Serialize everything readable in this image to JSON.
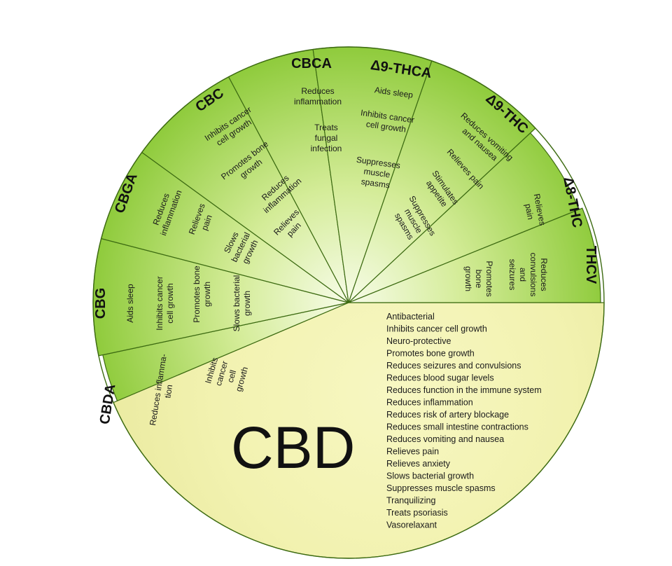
{
  "segments": [
    {
      "key": "cbd",
      "name": "CBD",
      "effects": [
        "Antibacterial",
        "Inhibits cancer cell growth",
        "Neuro-protective",
        "Promotes bone growth",
        "Reduces seizures and convulsions",
        "Reduces blood sugar levels",
        "Reduces function in the immune system",
        "Reduces inflammation",
        "Reduces risk of artery blockage",
        "Reduces small intestine contractions",
        "Reduces vomiting and nausea",
        "Relieves pain",
        "Relieves anxiety",
        "Slows bacterial growth",
        "Suppresses muscle spasms",
        "Tranquilizing",
        "Treats psoriasis",
        "Vasorelaxant"
      ]
    },
    {
      "key": "cbda",
      "name": "CBDA",
      "effects": [
        "Reduces inflamma- tion",
        "Inhibits cancer cell growth"
      ]
    },
    {
      "key": "cbg",
      "name": "CBG",
      "effects": [
        "Aids sleep",
        "Inhibits cancer cell growth",
        "Promotes bone growth",
        "Slows bacterial growth"
      ]
    },
    {
      "key": "cbga",
      "name": "CBGA",
      "effects": [
        "Reduces inflammation",
        "Relieves pain",
        "Slows bacterial growth"
      ]
    },
    {
      "key": "cbc",
      "name": "CBC",
      "effects": [
        "Inhibits cancer cell growth",
        "Promotes bone growth",
        "Reduces inflammation",
        "Relieves pain"
      ]
    },
    {
      "key": "cbca",
      "name": "CBCA",
      "effects": [
        "Reduces inflammation",
        "Treats fungal infection"
      ]
    },
    {
      "key": "d9thca",
      "name": "Δ9-THCA",
      "effects": [
        "Aids sleep",
        "Inhibits cancer cell growth",
        "Suppresses muscle spasms"
      ]
    },
    {
      "key": "d9thc",
      "name": "Δ9-THC",
      "effects": [
        "Reduces vomiting and nausea",
        "Relieves pain",
        "Stimulates appetite",
        "Suppresses muscle spasms"
      ]
    },
    {
      "key": "d8thc",
      "name": "Δ8-THC",
      "effects": [
        "Relieves pain"
      ]
    },
    {
      "key": "thcv",
      "name": "THCV",
      "effects": [
        "Reduces convulsions and seizures",
        "Promotes bone growth"
      ]
    }
  ],
  "colors": {
    "outline": "#3d6b12",
    "cbd_fill": "#f3f3b0",
    "green_light": "#f4fbe2",
    "green_dark": "#8fcf3a"
  }
}
